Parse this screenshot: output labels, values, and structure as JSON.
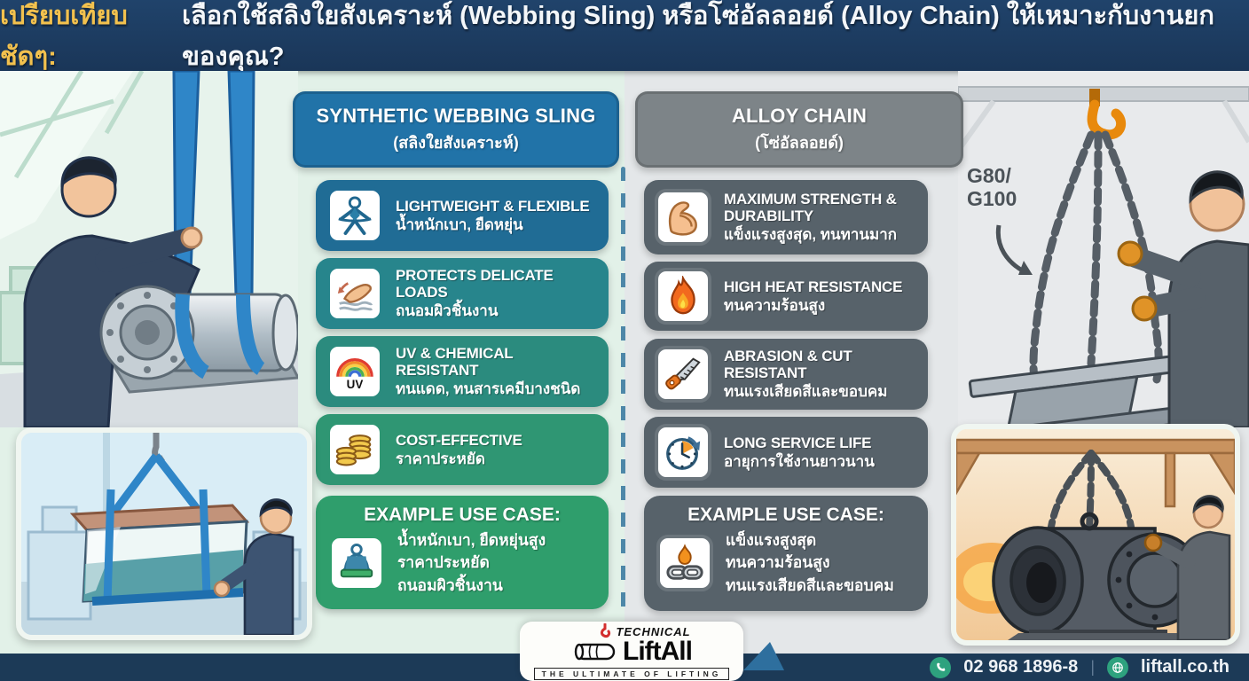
{
  "header": {
    "highlight": "เปรียบเทียบชัดๆ:",
    "title": "เลือกใช้สลิงใยสังเคราะห์ (Webbing Sling) หรือโซ่อัลลอยด์ (Alloy Chain) ให้เหมาะกับงานยกของคุณ?",
    "bg_color": "#1d3c60",
    "highlight_color": "#f2c14e"
  },
  "left": {
    "header": {
      "title": "SYNTHETIC WEBBING SLING",
      "subtitle": "(สลิงใยสังเคราะห์)",
      "color": "#2173a8"
    },
    "features": [
      {
        "icon": "person-stretching-sling-icon",
        "title": "LIGHTWEIGHT & FLEXIBLE",
        "subtitle": "น้ำหนักเบา, ยืดหยุ่น",
        "color": "#206c95"
      },
      {
        "icon": "gentle-hand-icon",
        "title": "PROTECTS DELICATE LOADS",
        "subtitle": "ถนอมผิวชิ้นงาน",
        "color": "#27858c"
      },
      {
        "icon": "rainbow-uv-icon",
        "title": "UV & CHEMICAL RESISTANT",
        "subtitle": "ทนแดด, ทนสารเคมีบางชนิด",
        "color": "#2b8b7e"
      },
      {
        "icon": "coins-icon",
        "title": "COST-EFFECTIVE",
        "subtitle": "ราคาประหยัด",
        "color": "#2f9673"
      }
    ],
    "example": {
      "title": "EXAMPLE USE CASE:",
      "lines": [
        "น้ำหนักเบา, ยืดหยุ่นสูง",
        "ราคาประหยัด",
        "ถนอมผิวชิ้นงาน"
      ],
      "icon": "person-carrying-load-icon",
      "color": "#2f9e6c"
    }
  },
  "right": {
    "header": {
      "title": "ALLOY CHAIN",
      "subtitle": "(โซ่อัลลอยด์)",
      "color": "#7d8488"
    },
    "features": [
      {
        "icon": "bicep-icon",
        "title": "MAXIMUM STRENGTH & DURABILITY",
        "subtitle": "แข็งแรงสูงสุด, ทนทานมาก",
        "color": "#57626a"
      },
      {
        "icon": "flame-icon",
        "title": "HIGH HEAT RESISTANCE",
        "subtitle": "ทนความร้อนสูง",
        "color": "#57626a"
      },
      {
        "icon": "saw-icon",
        "title": "ABRASION & CUT RESISTANT",
        "subtitle": "ทนแรงเสียดสีและขอบคม",
        "color": "#57626a"
      },
      {
        "icon": "clock-arrow-icon",
        "title": "LONG SERVICE LIFE",
        "subtitle": "อายุการใช้งานยาวนาน",
        "color": "#57626a"
      }
    ],
    "example": {
      "title": "EXAMPLE USE CASE:",
      "lines": [
        "แข็งแรงสูงสุด",
        "ทนความร้อนสูง",
        "ทนแรงเสียดสีและขอบคม"
      ],
      "icon": "chain-flame-icon",
      "color": "#57626a"
    },
    "chain_grade_line1": "G80/",
    "chain_grade_line2": "G100"
  },
  "footer": {
    "logo_technical": "TECHNICAL",
    "logo_brand": "LiftAll",
    "logo_tagline": "THE ULTIMATE OF LIFTING",
    "phone": "02 968 1896-8",
    "website": "liftall.co.th",
    "bar_color": "#1c3a57",
    "contact_icon_color": "#2ea27e"
  }
}
